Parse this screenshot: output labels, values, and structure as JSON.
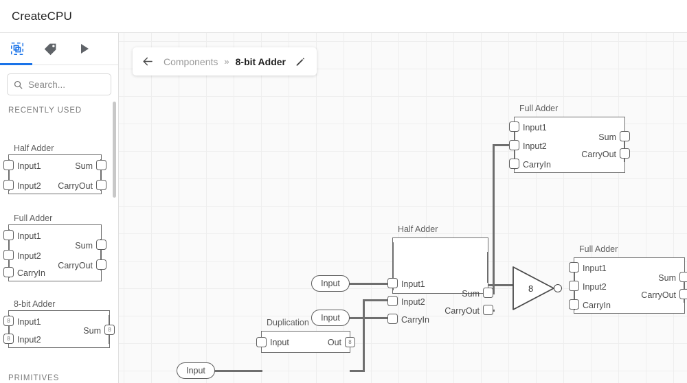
{
  "app": {
    "title": "CreateCPU"
  },
  "sidebar": {
    "tabs": [
      {
        "name": "components-tab",
        "icon": "component-icon",
        "active": true
      },
      {
        "name": "labels-tab",
        "icon": "tag-icon",
        "active": false
      },
      {
        "name": "run-tab",
        "icon": "play-icon",
        "active": false
      }
    ],
    "search": {
      "placeholder": "Search...",
      "value": "",
      "icon": "search-icon"
    },
    "sections": [
      {
        "label": "RECENTLY USED"
      },
      {
        "label": "PRIMITIVES"
      }
    ],
    "palette": [
      {
        "title": "Half Adder",
        "inputs": [
          {
            "label": "Input1",
            "width": ""
          },
          {
            "label": "Input2",
            "width": ""
          }
        ],
        "outputs": [
          {
            "label": "Sum",
            "width": ""
          },
          {
            "label": "CarryOut",
            "width": ""
          }
        ]
      },
      {
        "title": "Full Adder",
        "inputs": [
          {
            "label": "Input1",
            "width": ""
          },
          {
            "label": "Input2",
            "width": ""
          },
          {
            "label": "CarryIn",
            "width": ""
          }
        ],
        "outputs": [
          {
            "label": "Sum",
            "width": ""
          },
          {
            "label": "CarryOut",
            "width": ""
          }
        ]
      },
      {
        "title": "8-bit Adder",
        "inputs": [
          {
            "label": "Input1",
            "width": "8"
          },
          {
            "label": "Input2",
            "width": "8"
          }
        ],
        "outputs": [
          {
            "label": "Sum",
            "width": "8"
          }
        ]
      }
    ]
  },
  "breadcrumb": {
    "back_icon": "arrow-left-icon",
    "parent": "Components",
    "separator": "»",
    "current": "8-bit Adder",
    "edit_icon": "pencil-icon"
  },
  "canvas": {
    "nodes": [
      {
        "id": "full-adder-top",
        "title": "Full Adder",
        "inputs": [
          {
            "label": "Input1",
            "width": ""
          },
          {
            "label": "Input2",
            "width": ""
          },
          {
            "label": "CarryIn",
            "width": ""
          }
        ],
        "outputs": [
          {
            "label": "Sum",
            "width": ""
          },
          {
            "label": "CarryOut",
            "width": ""
          }
        ]
      },
      {
        "id": "half-adder-mid",
        "title": "Half Adder",
        "inputs": [
          {
            "label": "Input1",
            "width": ""
          },
          {
            "label": "Input2",
            "width": ""
          },
          {
            "label": "CarryIn",
            "width": ""
          }
        ],
        "outputs": [
          {
            "label": "Sum",
            "width": ""
          },
          {
            "label": "CarryOut",
            "width": ""
          }
        ]
      },
      {
        "id": "full-adder-right",
        "title": "Full Adder",
        "inputs": [
          {
            "label": "Input1",
            "width": ""
          },
          {
            "label": "Input2",
            "width": ""
          },
          {
            "label": "CarryIn",
            "width": ""
          }
        ],
        "outputs": [
          {
            "label": "Sum",
            "width": ""
          },
          {
            "label": "CarryOut",
            "width": ""
          }
        ]
      },
      {
        "id": "duplication",
        "title": "Duplication",
        "inputs": [
          {
            "label": "Input",
            "width": ""
          }
        ],
        "outputs": [
          {
            "label": "Out",
            "width": "8"
          }
        ]
      }
    ],
    "input_pills": [
      {
        "id": "input-pill-1",
        "label": "Input"
      },
      {
        "id": "input-pill-2",
        "label": "Input"
      },
      {
        "id": "input-pill-3",
        "label": "Input"
      }
    ],
    "not_gate": {
      "id": "not-gate",
      "label": "8"
    }
  }
}
